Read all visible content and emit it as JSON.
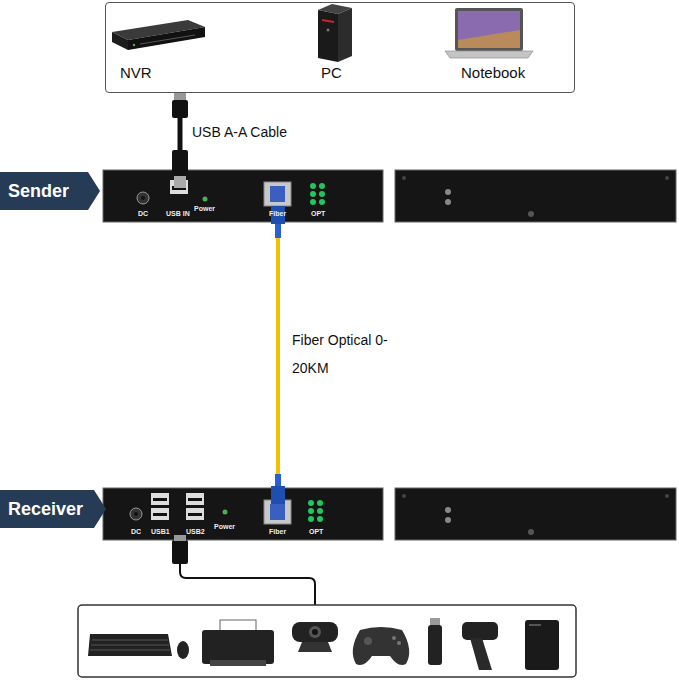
{
  "diagram": {
    "nodes": [
      {
        "text": [
          "NVR",
          "PC",
          "Notebook"
        ]
      },
      {
        "text": [
          "Sender"
        ]
      },
      {
        "text": [
          "DC",
          "USB IN",
          "Power",
          "Fiber",
          "OPT"
        ]
      },
      {
        "text": [
          "Receiver"
        ]
      },
      {
        "text": [
          "DC",
          "USB1",
          "USB2",
          "Power",
          "Fiber",
          "OPT"
        ]
      }
    ],
    "edges": [
      {
        "from": 0,
        "to": 2,
        "arrow": "none",
        "label": "USB A-A Cable"
      },
      {
        "from": 2,
        "to": 4,
        "arrow": "none",
        "label": "Fiber Optical 0-20KM"
      }
    ]
  }
}
